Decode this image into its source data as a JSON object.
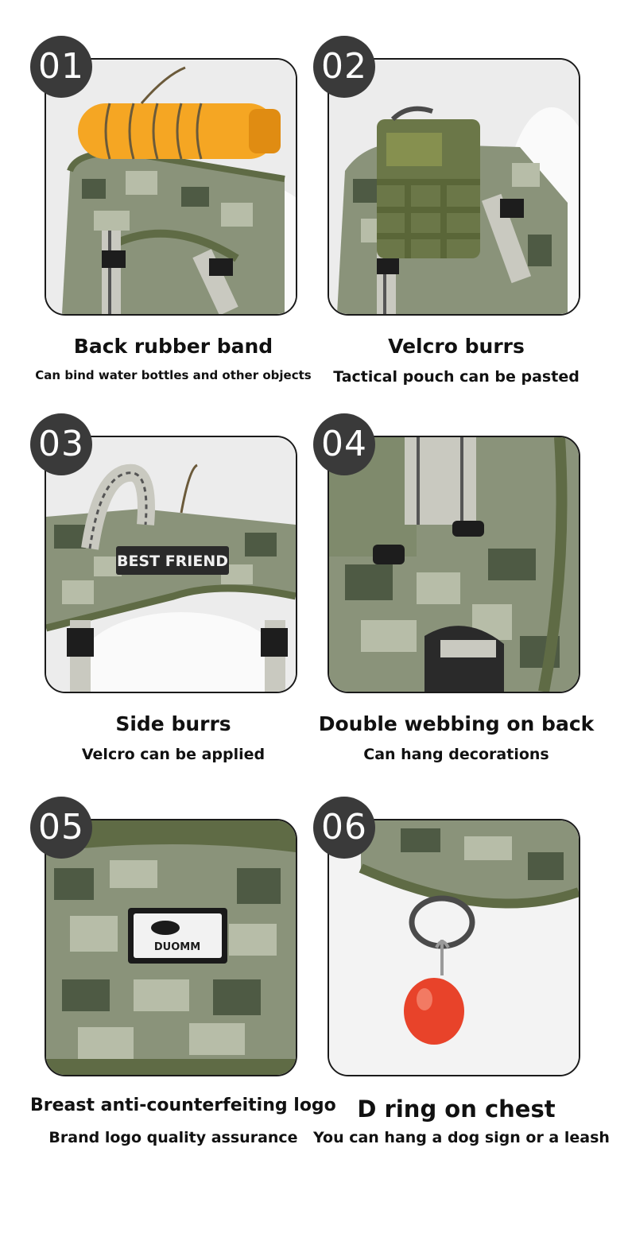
{
  "features": [
    {
      "number": "01",
      "title": "Back rubber band",
      "subtitle": "Can bind water bottles and other objects"
    },
    {
      "number": "02",
      "title": "Velcro burrs",
      "subtitle": "Tactical pouch can be pasted"
    },
    {
      "number": "03",
      "title": "Side burrs",
      "subtitle": "Velcro can be applied"
    },
    {
      "number": "04",
      "title": "Double webbing on back",
      "subtitle": "Can hang decorations"
    },
    {
      "number": "05",
      "title": "Breast anti-counterfeiting logo",
      "subtitle": "Brand logo quality assurance"
    },
    {
      "number": "06",
      "title": "D ring on chest",
      "subtitle": "You can hang a dog sign or a leash"
    }
  ],
  "patch_text": "BEST FRIEND",
  "logo_text": "DUOMM",
  "colors": {
    "badge": "#3a3a3a",
    "camo_light": "#b7bda8",
    "camo_mid": "#8a937a",
    "camo_dark": "#4e5a44",
    "olive_trim": "#5f6b45",
    "bottle": "#f5a623",
    "tag": "#e8432a"
  }
}
